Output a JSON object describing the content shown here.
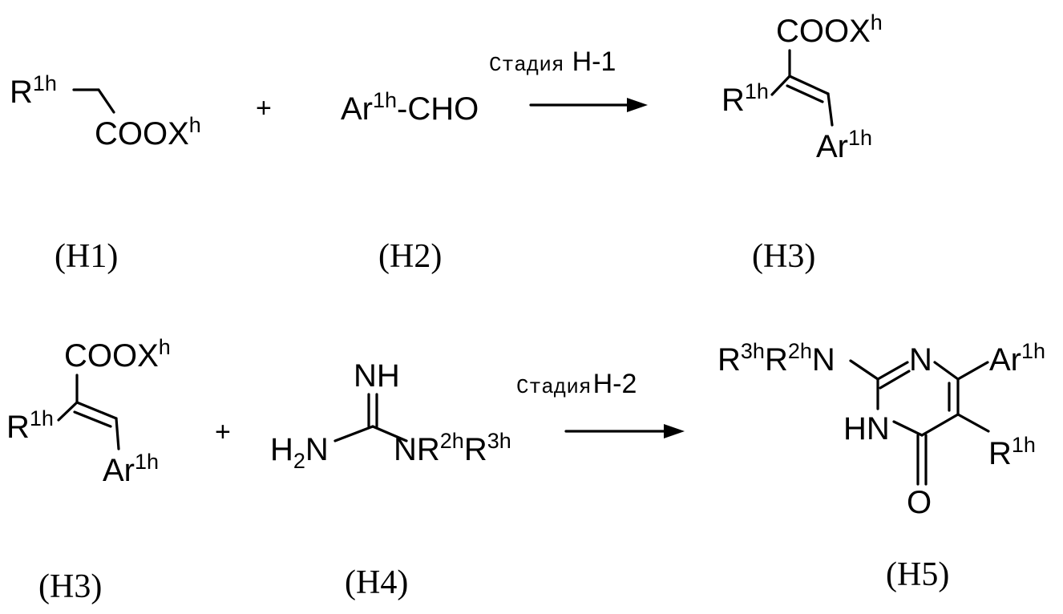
{
  "reaction_1": {
    "reactant_1": {
      "substituent": "R",
      "substituent_sup": "1h",
      "group": "COOX",
      "group_sup": "h",
      "compound_label": "(H1)"
    },
    "plus": "+",
    "reactant_2": {
      "aryl": "Ar",
      "aryl_sup": "1h",
      "aldehyde": "-CHO",
      "compound_label": "(H2)"
    },
    "arrow": {
      "stage_word": "Стадия",
      "stage_id": "H-1"
    },
    "product": {
      "group": "COOX",
      "group_sup": "h",
      "substituent": "R",
      "substituent_sup": "1h",
      "aryl": "Ar",
      "aryl_sup": "1h",
      "compound_label": "(H3)"
    }
  },
  "reaction_2": {
    "reactant_1": {
      "group": "COOX",
      "group_sup": "h",
      "substituent": "R",
      "substituent_sup": "1h",
      "aryl": "Ar",
      "aryl_sup": "1h",
      "compound_label": "(H3)"
    },
    "plus": "+",
    "reactant_2": {
      "imine": "NH",
      "amine_main": "H",
      "amine_sub": "2",
      "amine_n": "N",
      "sub_n": "NR",
      "sub_r2_sup": "2h",
      "sub_r3": "R",
      "sub_r3_sup": "3h",
      "compound_label": "(H4)"
    },
    "arrow": {
      "stage_word": "Стадия",
      "stage_id": "H-2"
    },
    "product": {
      "amino": {
        "r3": "R",
        "r3_sup": "3h",
        "r2": "R",
        "r2_sup": "2h",
        "n": "N"
      },
      "ring_n": "N",
      "aryl": "Ar",
      "aryl_sup": "1h",
      "ring_nh": "HN",
      "substituent": "R",
      "substituent_sup": "1h",
      "carbonyl_o": "O",
      "compound_label": "(H5)"
    }
  }
}
